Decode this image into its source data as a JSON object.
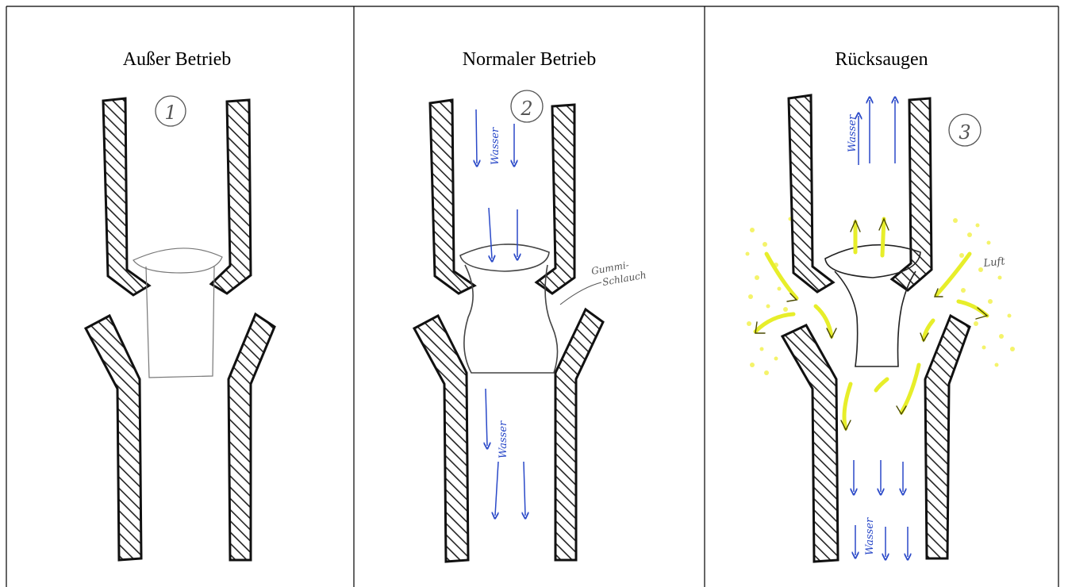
{
  "panels": [
    {
      "number": "1",
      "title": "Außer Betrieb"
    },
    {
      "number": "2",
      "title": "Normaler Betrieb",
      "labels": {
        "water_top": "Wasser",
        "water_bottom": "Wasser",
        "hose": "Gummi-\nSchlauch"
      }
    },
    {
      "number": "3",
      "title": "Rücksaugen",
      "labels": {
        "water_top": "Wasser",
        "water_bottom": "Wasser",
        "air": "Luft"
      }
    }
  ],
  "colors": {
    "wall": "#1a1a1a",
    "water_arrow": "#2a49c8",
    "air_arrow": "#e7ee2a",
    "air_dot": "#f4f36a",
    "pencil": "#555555"
  }
}
